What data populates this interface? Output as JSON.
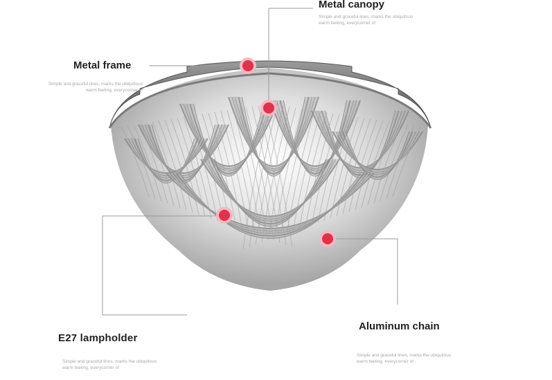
{
  "callouts": {
    "canopy": {
      "title": "Metal canopy",
      "lines": [
        "Simple and graceful lines, marks the ubiquitous",
        "warm feeling, everycorner of"
      ]
    },
    "frame": {
      "title": "Metal frame",
      "lines": [
        "Simple and graceful lines, marks the ubiquitous",
        "warm feeling, everycorner of"
      ]
    },
    "lampholder": {
      "title": "E27 lampholder",
      "lines": [
        "Simple and graceful lines, marks the ubiquitous",
        "warm feeling, everycorner of"
      ]
    },
    "chain": {
      "title": "Aluminum chain",
      "lines": [
        "Simple and graceful lines, marks the ubiquitous",
        "warm feeling, everycorner of"
      ]
    }
  },
  "colors": {
    "marker": "#e0324a",
    "marker_halo": "#f6b8c2",
    "leader_line": "#9a9a9a",
    "chain": "#8a8a8a",
    "frame": "#6c6c6c"
  }
}
